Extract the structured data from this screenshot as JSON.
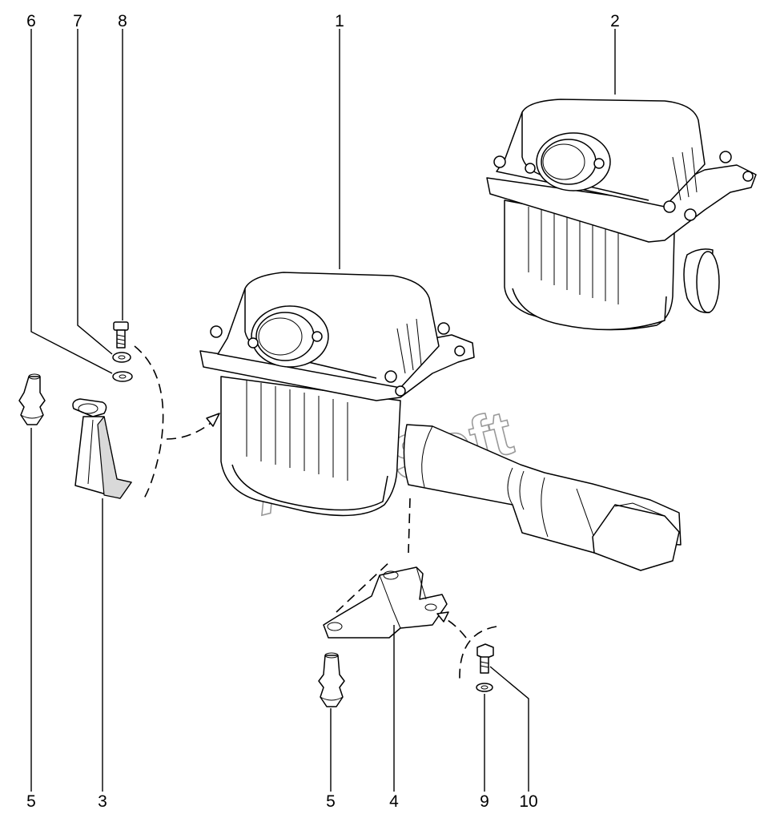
{
  "callouts": {
    "c1": "1",
    "c2": "2",
    "c3": "3",
    "c4": "4",
    "c5a": "5",
    "c5b": "5",
    "c6": "6",
    "c7": "7",
    "c8": "8",
    "c9": "9",
    "c10": "10"
  },
  "watermark": "AutoSoft"
}
